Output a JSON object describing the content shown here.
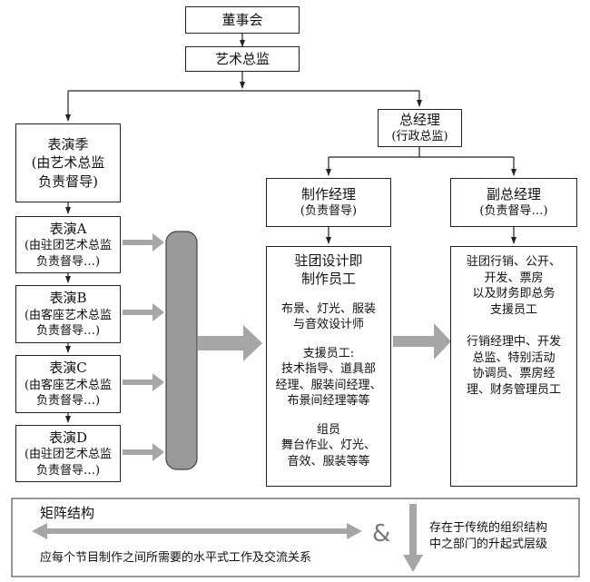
{
  "board": "董事会",
  "art_director": "艺术总监",
  "season": {
    "title": "表演季",
    "sub": [
      "(由艺术总监",
      "负责督导)"
    ]
  },
  "performances": [
    {
      "title": "表演A",
      "sub": [
        "(由驻团艺术总监",
        "负责督导…)"
      ]
    },
    {
      "title": "表演B",
      "sub": [
        "(由客座艺术总监",
        "负责督导…)"
      ]
    },
    {
      "title": "表演C",
      "sub": [
        "(由客座艺术总监",
        "负责督导…)"
      ]
    },
    {
      "title": "表演D",
      "sub": [
        "(由驻团艺术总监",
        "负责督导…)"
      ]
    }
  ],
  "gm": {
    "title": "总经理",
    "sub": "(行政总监)"
  },
  "production_manager": {
    "title": "制作经理",
    "sub": "(负责督导)"
  },
  "deputy_gm": {
    "title": "副总经理",
    "sub": "(负责督导…)"
  },
  "production_staff": {
    "title": [
      "驻团设计即",
      "制作员工"
    ],
    "group1": [
      "布景、灯光、服装",
      "与音效设计师"
    ],
    "group2": [
      "支援员工:",
      "技术指导、道具部",
      "经理、服装间经理、",
      "布景间经理等等"
    ],
    "group3": [
      "组员",
      "舞台作业、灯光、",
      "音效、服装等等"
    ]
  },
  "admin_staff": {
    "group1": [
      "驻团行销、公开、",
      "开发、票房",
      "以及财务即总务",
      "支援员工"
    ],
    "group2": [
      "行销经理中、开发",
      "总监、特别活动",
      "协调员、票房经",
      "理、财务管理员工"
    ]
  },
  "legend": {
    "matrix_title": "矩阵结构",
    "horizontal_desc": "应每个节目制作之间所需要的水平式工作及交流关系",
    "ampersand": "&",
    "vertical_desc": [
      "存在于传统的组织结构",
      "中之部门的升起式层级"
    ]
  },
  "colors": {
    "arrow_gray": "#a6a6a6",
    "pill_gray": "#9a9a9a",
    "line": "#222222"
  }
}
